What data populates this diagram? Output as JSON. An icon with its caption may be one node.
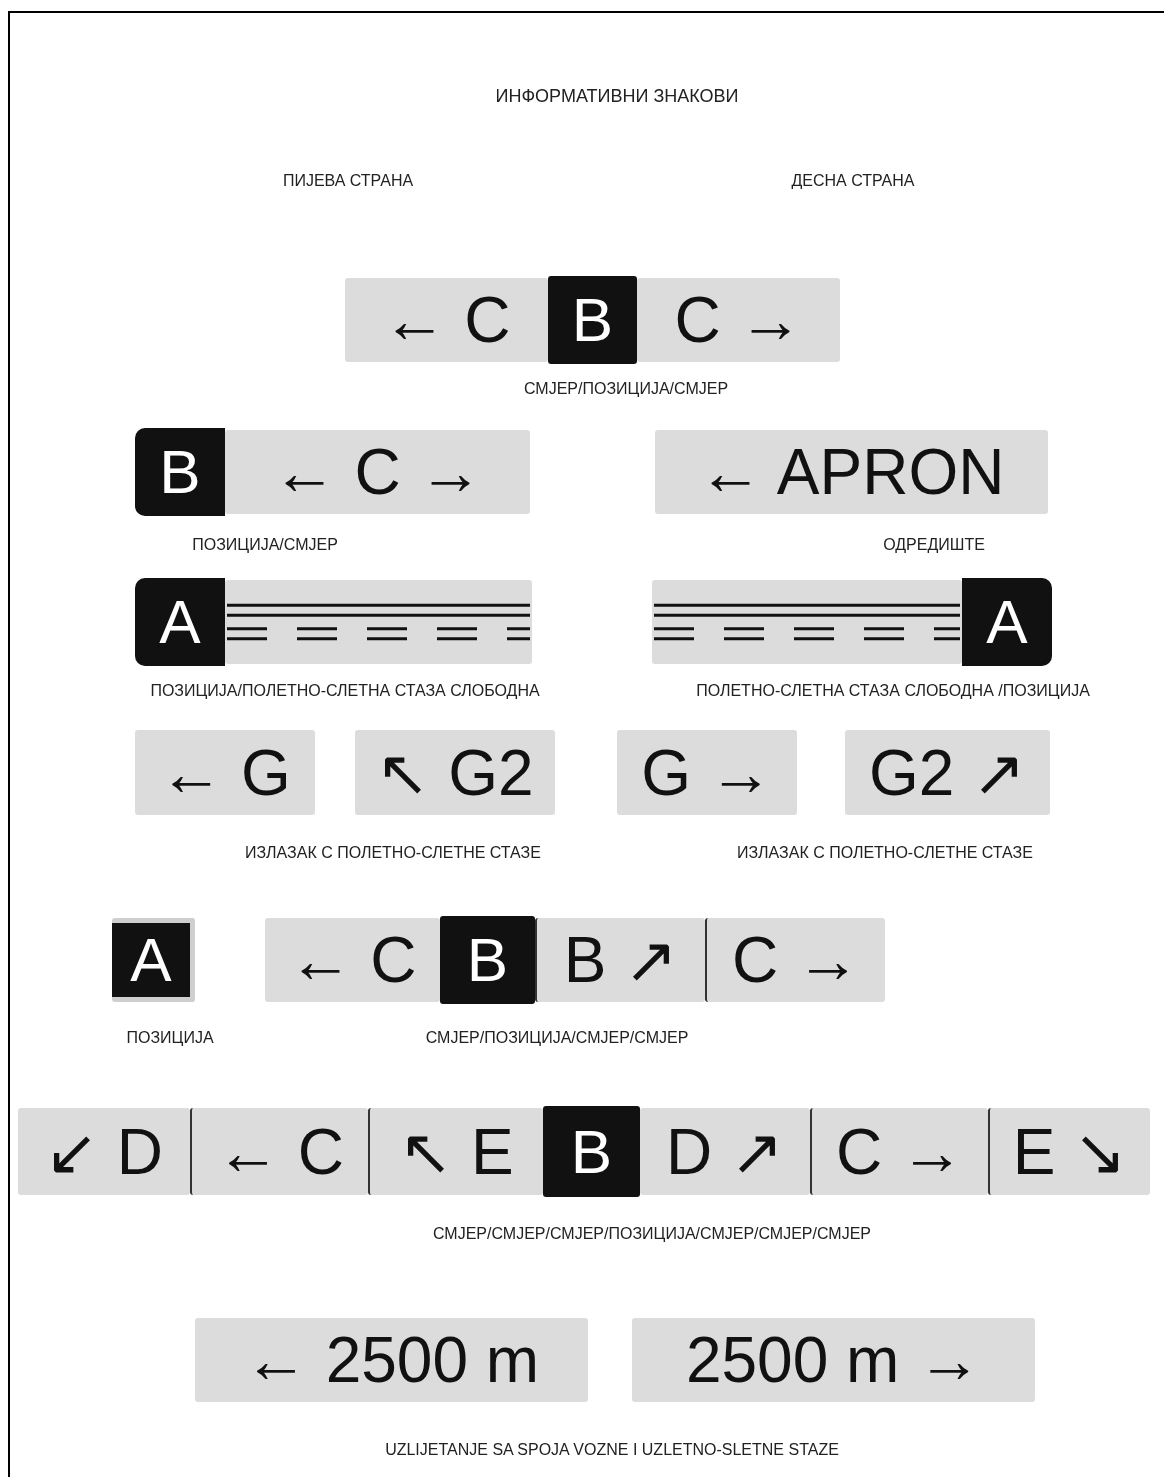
{
  "diagram": {
    "title": "ИНФОРМАТИВНИ ЗНАКОВИ",
    "nodes": [
      {
        "text": [
          "← C"
        ]
      },
      {
        "text": [
          "B"
        ]
      },
      {
        "text": [
          "C →"
        ]
      },
      {
        "text": [
          "B"
        ]
      },
      {
        "text": [
          "← C →"
        ]
      },
      {
        "text": [
          "← APRON"
        ]
      },
      {
        "text": [
          "A"
        ]
      },
      {
        "text": [],
        "shape": "box"
      },
      {
        "text": [],
        "shape": "box"
      },
      {
        "text": [
          "A"
        ]
      },
      {
        "text": [
          "← G"
        ]
      },
      {
        "text": [
          "↖ G2"
        ]
      },
      {
        "text": [
          "G →"
        ]
      },
      {
        "text": [
          "G2 ↗"
        ]
      },
      {
        "text": [
          "A"
        ]
      },
      {
        "text": [
          "← C"
        ]
      },
      {
        "text": [
          "B"
        ]
      },
      {
        "text": [
          "B ↗"
        ]
      },
      {
        "text": [
          "C →"
        ]
      },
      {
        "text": [
          "↙ D"
        ]
      },
      {
        "text": [
          "← C"
        ]
      },
      {
        "text": [
          "↖ E"
        ]
      },
      {
        "text": [
          "B"
        ]
      },
      {
        "text": [
          "D ↗"
        ]
      },
      {
        "text": [
          "C →"
        ]
      },
      {
        "text": [
          "E ↘"
        ]
      },
      {
        "text": [
          "← 2500 m"
        ]
      },
      {
        "text": [
          "2500 m →"
        ]
      }
    ],
    "labels": [
      "ПИЈЕВА СТРАНА",
      "ДЕСНА СТРАНА",
      "СМЈЕР/ПОЗИЦИЈА/СМЈЕР",
      "ПОЗИЦИЈА/СМЈЕР",
      "ОДРЕДИШТЕ",
      "ПОЗИЦИЈА/ПОЛЕТНО-СЛЕТНА СТАЗА СЛОБОДНА",
      "ПОЛЕТНО-СЛЕТНА СТАЗА СЛОБОДНА /ПОЗИЦИЈА",
      "ИЗЛАЗАК С ПОЛЕТНО-СЛЕТНЕ СТАЗЕ",
      "ИЗЛАЗАК С ПОЛЕТНО-СЛЕТНЕ СТАЗЕ",
      "ПОЗИЦИЈА",
      "СМЈЕР/ПОЗИЦИЈА/СМЈЕР/СМЈЕР",
      "СМЈЕР/СМЈЕР/СМЈЕР/ПОЗИЦИЈА/СМЈЕР/СМЈЕР/СМЈЕР",
      "UZLIJETANJE SA SPOJA VOZNE I UZLETNO-SLETNE STAZE"
    ]
  }
}
